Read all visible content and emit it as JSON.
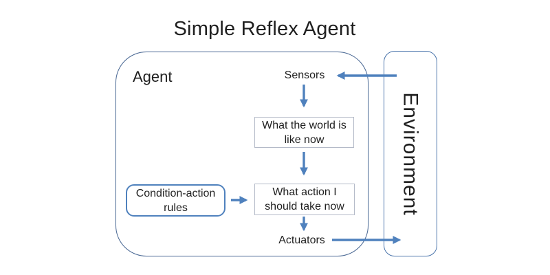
{
  "title": "Simple Reflex Agent",
  "agent_container": {
    "label": "Agent"
  },
  "environment_container": {
    "label": "Environment"
  },
  "nodes": {
    "sensors": {
      "label": "Sensors"
    },
    "world_state": {
      "lines": [
        "What the world is",
        "like now"
      ]
    },
    "rules": {
      "lines": [
        "Condition-action",
        "rules"
      ]
    },
    "action_state": {
      "lines": [
        "What action I",
        "should take now"
      ]
    },
    "actuators": {
      "label": "Actuators"
    }
  },
  "arrows": [
    {
      "name": "environment-to-sensors",
      "direction": "left"
    },
    {
      "name": "sensors-to-world-state",
      "direction": "down"
    },
    {
      "name": "world-state-to-action-state",
      "direction": "down"
    },
    {
      "name": "rules-to-action-state",
      "direction": "right"
    },
    {
      "name": "action-state-to-actuators",
      "direction": "down"
    },
    {
      "name": "actuators-to-environment",
      "direction": "right"
    }
  ],
  "colors": {
    "arrow": "#4f81bd",
    "agent_border": "#456491",
    "environment_border": "#4a74ab",
    "rules_border": "#4f81bd",
    "process_border": "#b4bac8",
    "text": "#1f1f1f",
    "background": "#ffffff"
  }
}
